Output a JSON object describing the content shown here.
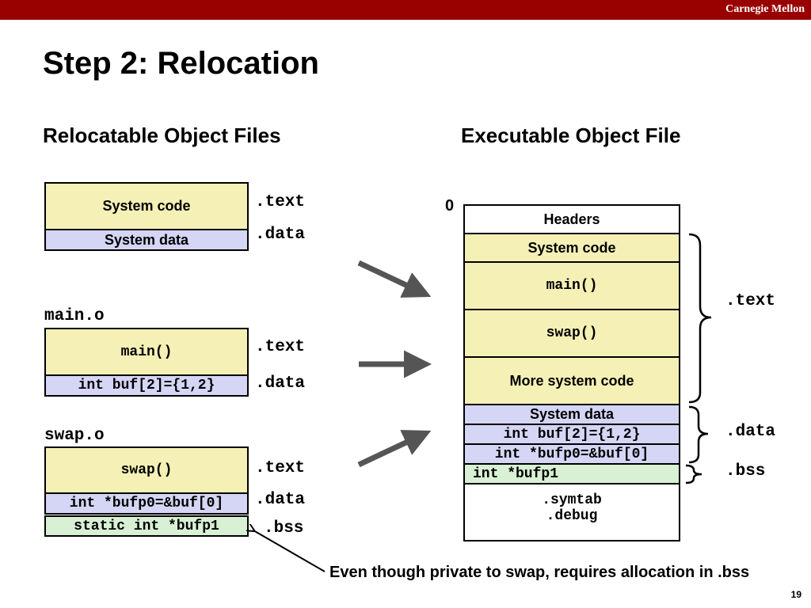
{
  "header": {
    "brand": "Carnegie Mellon"
  },
  "title": "Step 2: Relocation",
  "left": {
    "heading": "Relocatable Object Files",
    "system": {
      "code": "System code",
      "data": "System data",
      "text_label": ".text",
      "data_label": ".data"
    },
    "main_o": {
      "name": "main.o",
      "func": "main()",
      "data": "int buf[2]={1,2}",
      "text_label": ".text",
      "data_label": ".data"
    },
    "swap_o": {
      "name": "swap.o",
      "func": "swap()",
      "data": "int *bufp0=&buf[0]",
      "bss": "static int *bufp1",
      "text_label": ".text",
      "data_label": ".data",
      "bss_label": ".bss"
    }
  },
  "right": {
    "heading": "Executable Object File",
    "zero": "0",
    "rows": {
      "headers": "Headers",
      "system_code": "System code",
      "main": "main()",
      "swap": "swap()",
      "more_code": "More system code",
      "system_data": "System data",
      "buf": "int buf[2]={1,2}",
      "bufp0": "int *bufp0=&buf[0]",
      "bufp1": "int *bufp1",
      "symtab": ".symtab",
      "debug": ".debug"
    },
    "labels": {
      "text": ".text",
      "data": ".data",
      "bss": ".bss"
    }
  },
  "note": "Even though private to swap, requires allocation in .bss",
  "page_number": "19",
  "colors": {
    "bar": "#990000",
    "code_fill": "#f5f0b5",
    "data_fill": "#d5d5f5",
    "bss_fill": "#d8f0d4",
    "arrow": "#555555"
  }
}
